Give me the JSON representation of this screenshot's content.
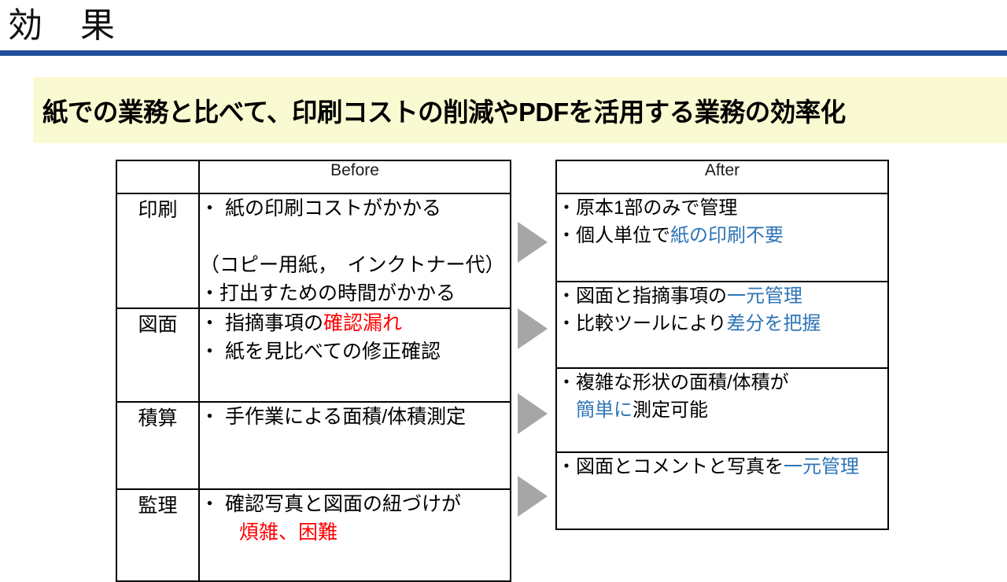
{
  "slide": {
    "title": "効　果",
    "headline": "紙での業務と比べて、印刷コストの削減やPDFを活用する業務の効率化",
    "accent_blue": "#1F4E9C",
    "banner_background": "#FAFAD2",
    "emphasis_red": "#FF0000",
    "emphasis_blue": "#2E75B6",
    "arrow_color": "#A6A6A6"
  },
  "before_table": {
    "corner_header": "",
    "header": "Before",
    "rows": [
      {
        "label": "印刷",
        "lines": [
          {
            "bullet": "・ ",
            "segments": [
              {
                "text": "紙の印刷コストがかかる",
                "color": "black"
              }
            ]
          },
          {
            "bullet": "　",
            "segments": [
              {
                "text": "（コピー用紙，　インクトナー代）",
                "color": "black"
              }
            ]
          },
          {
            "bullet": "・",
            "segments": [
              {
                "text": "打出すための時間がかかる",
                "color": "black"
              }
            ]
          }
        ]
      },
      {
        "label": "図面",
        "lines": [
          {
            "bullet": "・ ",
            "segments": [
              {
                "text": "指摘事項の",
                "color": "black"
              },
              {
                "text": "確認漏れ",
                "color": "red"
              }
            ]
          },
          {
            "bullet": "・ ",
            "segments": [
              {
                "text": "紙を見比べての修正確認",
                "color": "black"
              }
            ]
          }
        ]
      },
      {
        "label": "積算",
        "lines": [
          {
            "bullet": "・ ",
            "segments": [
              {
                "text": "手作業による面積/体積測定",
                "color": "black"
              }
            ]
          }
        ]
      },
      {
        "label": "監理",
        "lines": [
          {
            "bullet": "・ ",
            "segments": [
              {
                "text": "確認写真と図面の紐づけが",
                "color": "black"
              }
            ]
          },
          {
            "bullet": "　　",
            "segments": [
              {
                "text": "煩雑、困難",
                "color": "red"
              }
            ]
          }
        ]
      }
    ]
  },
  "after_table": {
    "header": "After",
    "rows": [
      {
        "lines": [
          {
            "bullet": "・",
            "segments": [
              {
                "text": "原本1部のみで管理",
                "color": "black"
              }
            ]
          },
          {
            "bullet": "・",
            "segments": [
              {
                "text": "個人単位で",
                "color": "black"
              },
              {
                "text": "紙の印刷不要",
                "color": "blue"
              }
            ]
          }
        ]
      },
      {
        "lines": [
          {
            "bullet": "・",
            "segments": [
              {
                "text": "図面と指摘事項の",
                "color": "black"
              },
              {
                "text": "一元管理",
                "color": "blue"
              }
            ]
          },
          {
            "bullet": "・",
            "segments": [
              {
                "text": "比較ツールにより",
                "color": "black"
              },
              {
                "text": "差分を把握",
                "color": "blue"
              }
            ]
          }
        ]
      },
      {
        "lines": [
          {
            "bullet": "・",
            "segments": [
              {
                "text": "複雑な形状の面積/体積が",
                "color": "black"
              }
            ]
          },
          {
            "bullet": "　",
            "segments": [
              {
                "text": "簡単に",
                "color": "blue"
              },
              {
                "text": "測定可能",
                "color": "black"
              }
            ]
          }
        ]
      },
      {
        "lines": [
          {
            "bullet": "・",
            "segments": [
              {
                "text": "図面とコメントと写真を",
                "color": "black"
              },
              {
                "text": "一元管理",
                "color": "blue"
              }
            ]
          }
        ]
      }
    ]
  },
  "arrows": [
    {
      "name": "arrow-printing",
      "label": "→"
    },
    {
      "name": "arrow-drawing",
      "label": "→"
    },
    {
      "name": "arrow-estimation",
      "label": "→"
    },
    {
      "name": "arrow-supervision",
      "label": "→"
    }
  ]
}
